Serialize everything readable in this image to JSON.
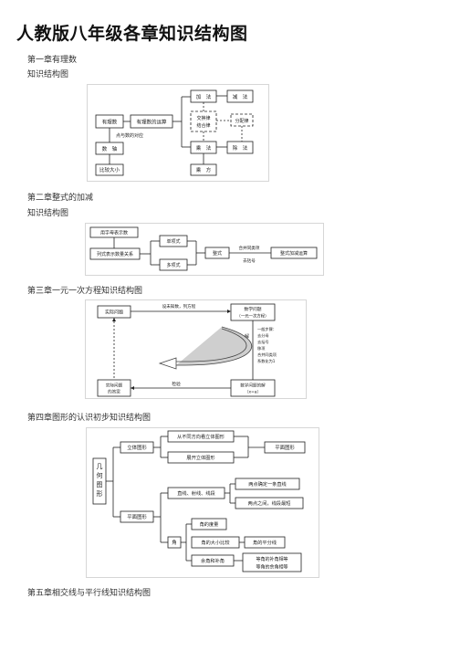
{
  "title": "人教版八年级各章知识结构图",
  "sections": {
    "ch1": "第一章有理数",
    "ch1_sub": "知识结构图",
    "ch2": "第二章整式的加减",
    "ch2_sub": "知识结构图",
    "ch3": "第三章一元一次方程知识结构图",
    "ch4": "第四章图形的认识初步知识结构图",
    "ch5": "第五章相交线与平行线知识结构图"
  },
  "d1": {
    "rational": "有理数",
    "ops": "有理数的运算",
    "point_corr": "点与数的对应",
    "number_axis": "数　轴",
    "compare": "比较大小",
    "add": "加　法",
    "sub": "减　法",
    "laws1": "交换律",
    "laws2": "结合律",
    "dist": "分配律",
    "mul": "乘　法",
    "div": "除　法",
    "pow": "乘　方"
  },
  "d2": {
    "letters": "用字母表示数",
    "relation": "列式表示数量关系",
    "monomial": "单项式",
    "polynomial": "多项式",
    "integral": "整式",
    "combine": "合并同类项",
    "remove_bracket": "去括号",
    "addsub": "整式加减运算"
  },
  "d3": {
    "real_problem": "实际问题",
    "set_unknown": "设未知数，列方程",
    "math_problem": "数学问题",
    "math_problem2": "（一元一次方程）",
    "solve": "解方程",
    "steps": [
      "一般步骤：",
      "去分母",
      "去括号",
      "移项",
      "合并同类项",
      "系数化为1"
    ],
    "real_answer1": "实际问题",
    "real_answer2": "的答案",
    "check": "检验",
    "math_answer": "数学问题的解",
    "math_answer2": "（x=a）"
  },
  "d4": {
    "geometry": [
      "几",
      "何",
      "图",
      "形"
    ],
    "solid": "立体图形",
    "views": "从不同方向看立体图形",
    "unfold": "展开立体图形",
    "plane_right": "平面图形",
    "plane": "平面图形",
    "lines": "直线、射线、线段",
    "two_points": "两点确定一条直线",
    "shortest": "两点之间，线段最短",
    "angle": "角",
    "angle_measure": "角的度量",
    "angle_compare": "角的大小比较",
    "bisector": "角的平分线",
    "comp_supp": "余角和补角",
    "eq1": "等角的补角相等",
    "eq2": "等角的余角相等"
  }
}
